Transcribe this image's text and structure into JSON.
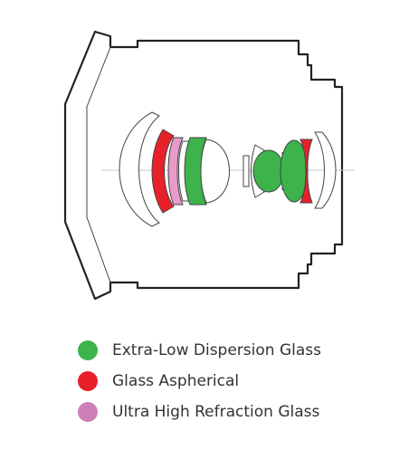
{
  "colors": {
    "outline": "#444444",
    "barrel": "#222222",
    "axis": "#c8c8c8",
    "extra_low_dispersion": "#3cb44b",
    "glass_aspherical": "#e8202a",
    "ultra_high_refraction": "#e89ac9",
    "plain_glass": "#ffffff"
  },
  "legend": [
    {
      "label": "Extra-Low Dispersion Glass",
      "color": "#3cb44b",
      "icon": "green-circle-icon"
    },
    {
      "label": "Glass Aspherical",
      "color": "#e8202a",
      "icon": "red-circle-icon"
    },
    {
      "label": "Ultra High Refraction Glass",
      "color": "#cf7fb7",
      "icon": "pink-circle-icon"
    }
  ]
}
